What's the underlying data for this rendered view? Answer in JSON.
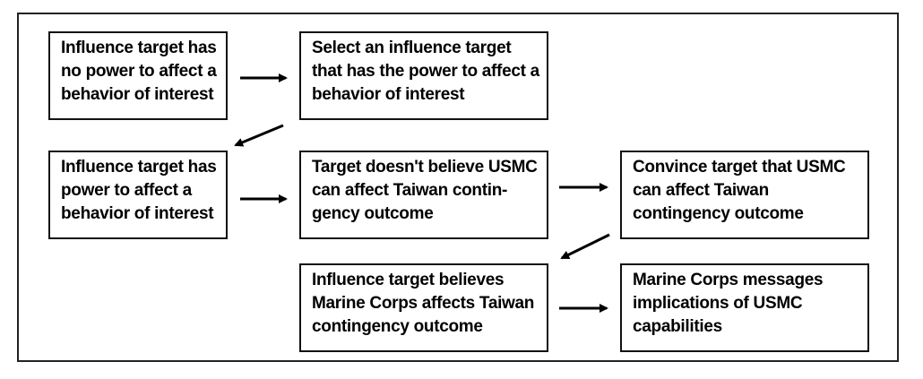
{
  "boxes": {
    "b1": "Influence target has no power to affect a behavior of interest",
    "b2": "Select an influence target that has the power to affect a behavior of interest",
    "b3": "Influence target has power to affect a behavior of interest",
    "b4": "Target doesn't believe USMC can affect Taiwan contin-gency outcome",
    "b5": "Convince target that USMC can affect Taiwan contingency outcome",
    "b6": "Influence target believes Marine Corps affects Taiwan contingency outcome",
    "b7": "Marine Corps messages implications of USMC capabilities"
  },
  "stroke_color": "#000000"
}
